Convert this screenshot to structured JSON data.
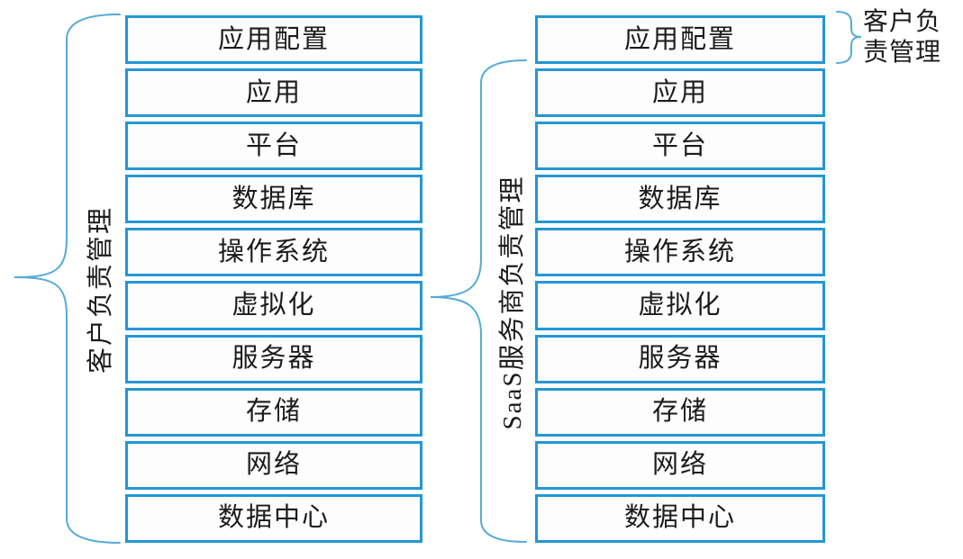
{
  "diagram": {
    "left_stack": {
      "brace_label": "客户负责管理",
      "layers": [
        "应用配置",
        "应用",
        "平台",
        "数据库",
        "操作系统",
        "虚拟化",
        "服务器",
        "存储",
        "网络",
        "数据中心"
      ]
    },
    "right_stack": {
      "brace_label": "SaaS服务商负责管理",
      "layers": [
        "应用配置",
        "应用",
        "平台",
        "数据库",
        "操作系统",
        "虚拟化",
        "服务器",
        "存储",
        "网络",
        "数据中心"
      ],
      "top_brace_label_lines": [
        "客户负",
        "责管理"
      ]
    },
    "colors": {
      "box_border": "#2397d4",
      "brace": "#55aad8",
      "text": "#1b1b1b",
      "box_fill": "#fdfdfd",
      "background": "#ffffff"
    }
  }
}
